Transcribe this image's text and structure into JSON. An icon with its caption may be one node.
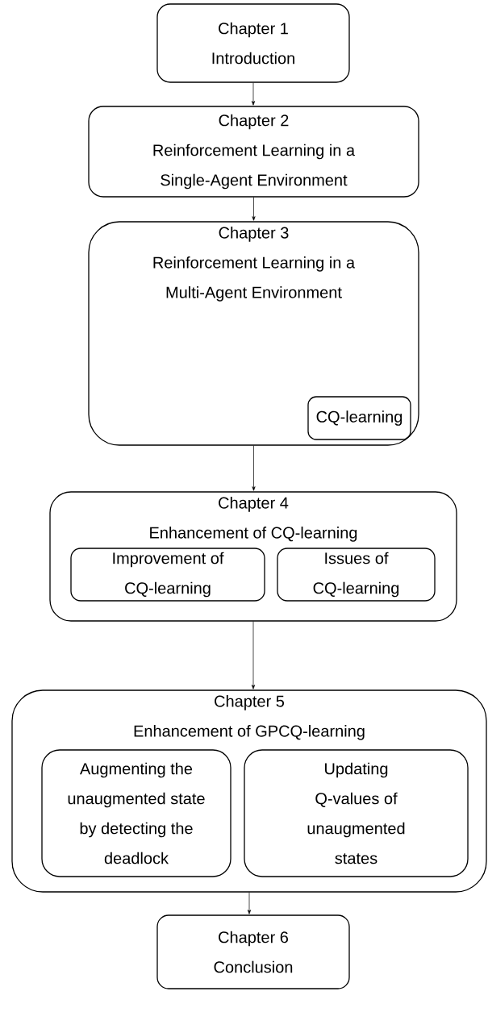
{
  "diagram": {
    "nodes": [
      {
        "text": [
          "Chapter 1",
          "Introduction"
        ]
      },
      {
        "text": [
          "Chapter 2",
          "Reinforcement Learning in a Single-Agent Environment"
        ]
      },
      {
        "text": [
          "Chapter 3",
          "Reinforcement Learning in a Multi-Agent Environment"
        ]
      },
      {
        "text": [
          "CQ-learning"
        ],
        "in": 2
      },
      {
        "text": [
          "Chapter 4",
          "Enhancement of CQ-learning"
        ]
      },
      {
        "text": [
          "Improvement of CQ-learning"
        ],
        "in": 4
      },
      {
        "text": [
          "Issues of CQ-learning"
        ],
        "in": 4
      },
      {
        "text": [
          "Chapter 5",
          "Enhancement of GPCQ-learning"
        ]
      },
      {
        "text": [
          "Augmenting the unaugmented state by detecting the deadlock"
        ],
        "in": 7
      },
      {
        "text": [
          "Updating Q-values of unaugmented states"
        ],
        "in": 7
      },
      {
        "text": [
          "Chapter 6",
          "Conclusion"
        ]
      }
    ],
    "edges": [
      {
        "from": 0,
        "to": 1,
        "arrow": "to"
      },
      {
        "from": 1,
        "to": 2,
        "arrow": "to"
      },
      {
        "from": 2,
        "to": 4,
        "arrow": "to"
      },
      {
        "from": 4,
        "to": 7,
        "arrow": "to"
      },
      {
        "from": 7,
        "to": 10,
        "arrow": "to"
      }
    ]
  }
}
